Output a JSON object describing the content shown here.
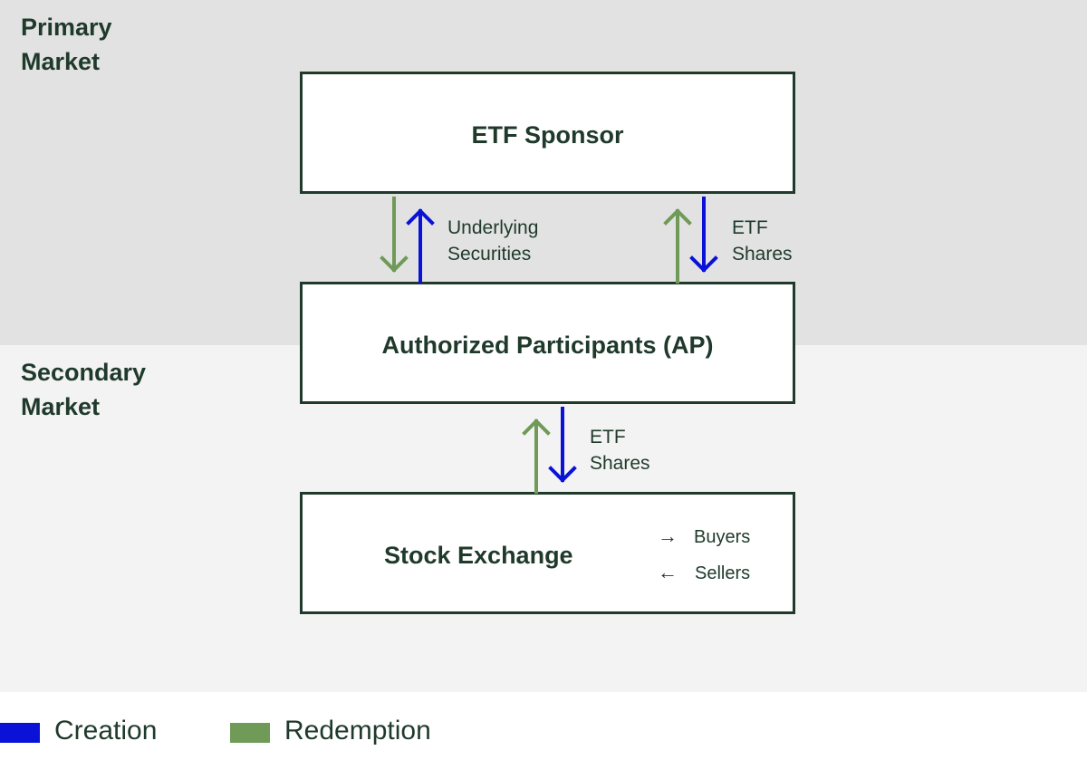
{
  "markets": {
    "primary": [
      "Primary",
      "Market"
    ],
    "secondary": [
      "Secondary",
      "Market"
    ]
  },
  "boxes": {
    "sponsor": "ETF Sponsor",
    "ap": "Authorized Participants (AP)",
    "exchange": "Stock Exchange"
  },
  "flows": {
    "sponsor_ap_left": [
      "Underlying",
      "Securities"
    ],
    "sponsor_ap_right": [
      "ETF",
      "Shares"
    ],
    "ap_exchange": [
      "ETF",
      "Shares"
    ]
  },
  "exchange_side": {
    "buyers": {
      "arrow": "→",
      "label": "Buyers"
    },
    "sellers": {
      "arrow": "←",
      "label": "Sellers"
    }
  },
  "legend": [
    {
      "label": "Creation",
      "color": "#0a12d8"
    },
    {
      "label": "Redemption",
      "color": "#6f9a57"
    }
  ]
}
